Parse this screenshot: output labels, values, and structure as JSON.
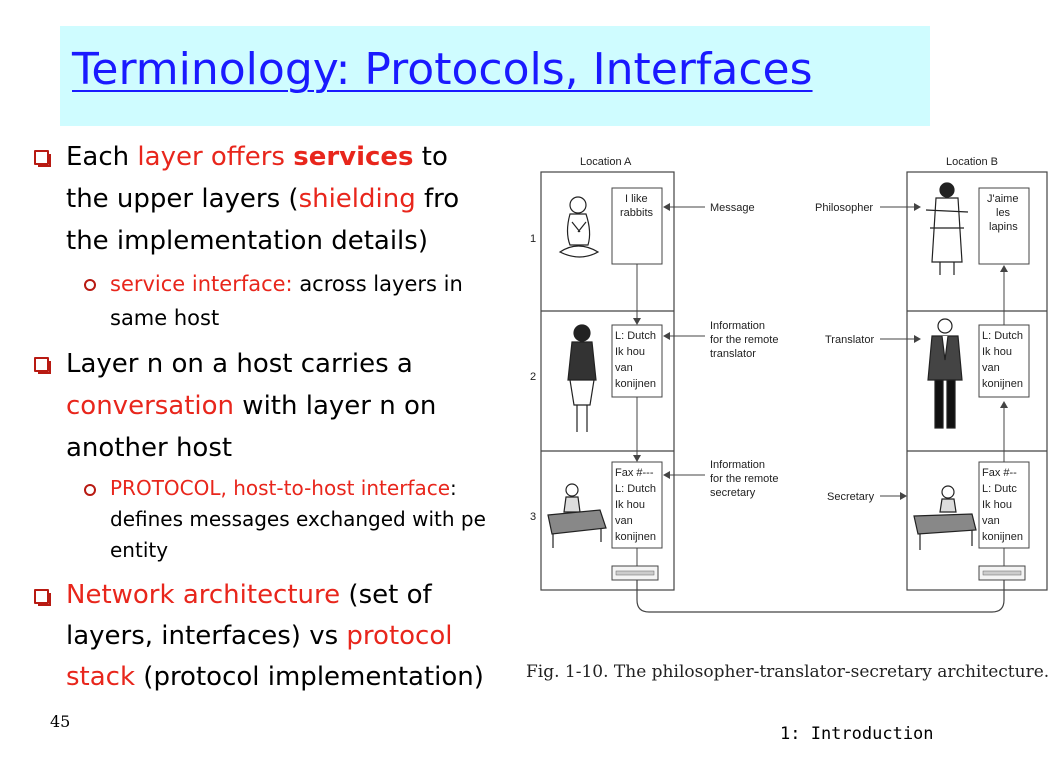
{
  "title": "Terminology: Protocols, Interfaces",
  "bullets": [
    {
      "level": 1,
      "parts": [
        {
          "text": "Each ",
          "style": "normal"
        },
        {
          "text": "layer offers ",
          "style": "red"
        },
        {
          "text": "services",
          "style": "red-bold"
        },
        {
          "text": " to",
          "style": "normal"
        }
      ],
      "line2": "the upper layers (",
      "line2_red": "shielding",
      "line2_tail": " fro",
      "line3": "the implementation details)"
    },
    {
      "level": 2,
      "red": "service interface:",
      "text": " across layers in",
      "line2": "same host"
    },
    {
      "level": 1,
      "line1": "Layer n on a host carries a",
      "line2_red": "conversation",
      "line2": " with layer n on",
      "line3": "another host"
    },
    {
      "level": 2,
      "red": "PROTOCOL, host-to-host interface",
      "text": ":",
      "line2": "defines messages exchanged with pe",
      "line3": "entity"
    },
    {
      "level": 1,
      "red": "Network architecture",
      "text": " (set of",
      "line2": "layers, interfaces) vs ",
      "line2_red": "protocol",
      "line3_red": "stack",
      "line3": " (protocol implementation)"
    }
  ],
  "figure": {
    "location_a": "Location A",
    "location_b": "Location B",
    "layer_nums": [
      "1",
      "2",
      "3"
    ],
    "msg_a": [
      "I like",
      "rabbits"
    ],
    "msg_b": [
      "J'aime",
      "les",
      "lapins"
    ],
    "mid_labels": {
      "message": "Message",
      "info_translator": [
        "Information",
        "for the remote",
        "translator"
      ],
      "info_secretary": [
        "Information",
        "for the remote",
        "secretary"
      ]
    },
    "roles": {
      "philosopher": "Philosopher",
      "translator": "Translator",
      "secretary": "Secretary"
    },
    "trans_a": [
      "L: Dutch",
      "Ik hou",
      "van",
      "konijnen"
    ],
    "trans_b": [
      "L: Dutch",
      "Ik hou",
      "van",
      "konijnen"
    ],
    "fax_a": [
      "Fax #---",
      "L: Dutch",
      "Ik hou",
      "van",
      "konijnen"
    ],
    "fax_b": [
      "Fax   #--",
      "L:  Dutc",
      "Ik hou",
      "van",
      "konijnen"
    ],
    "caption": "Fig. 1-10. The philosopher-translator-secretary  architecture."
  },
  "page_number": "45",
  "footer": "1: Introduction"
}
